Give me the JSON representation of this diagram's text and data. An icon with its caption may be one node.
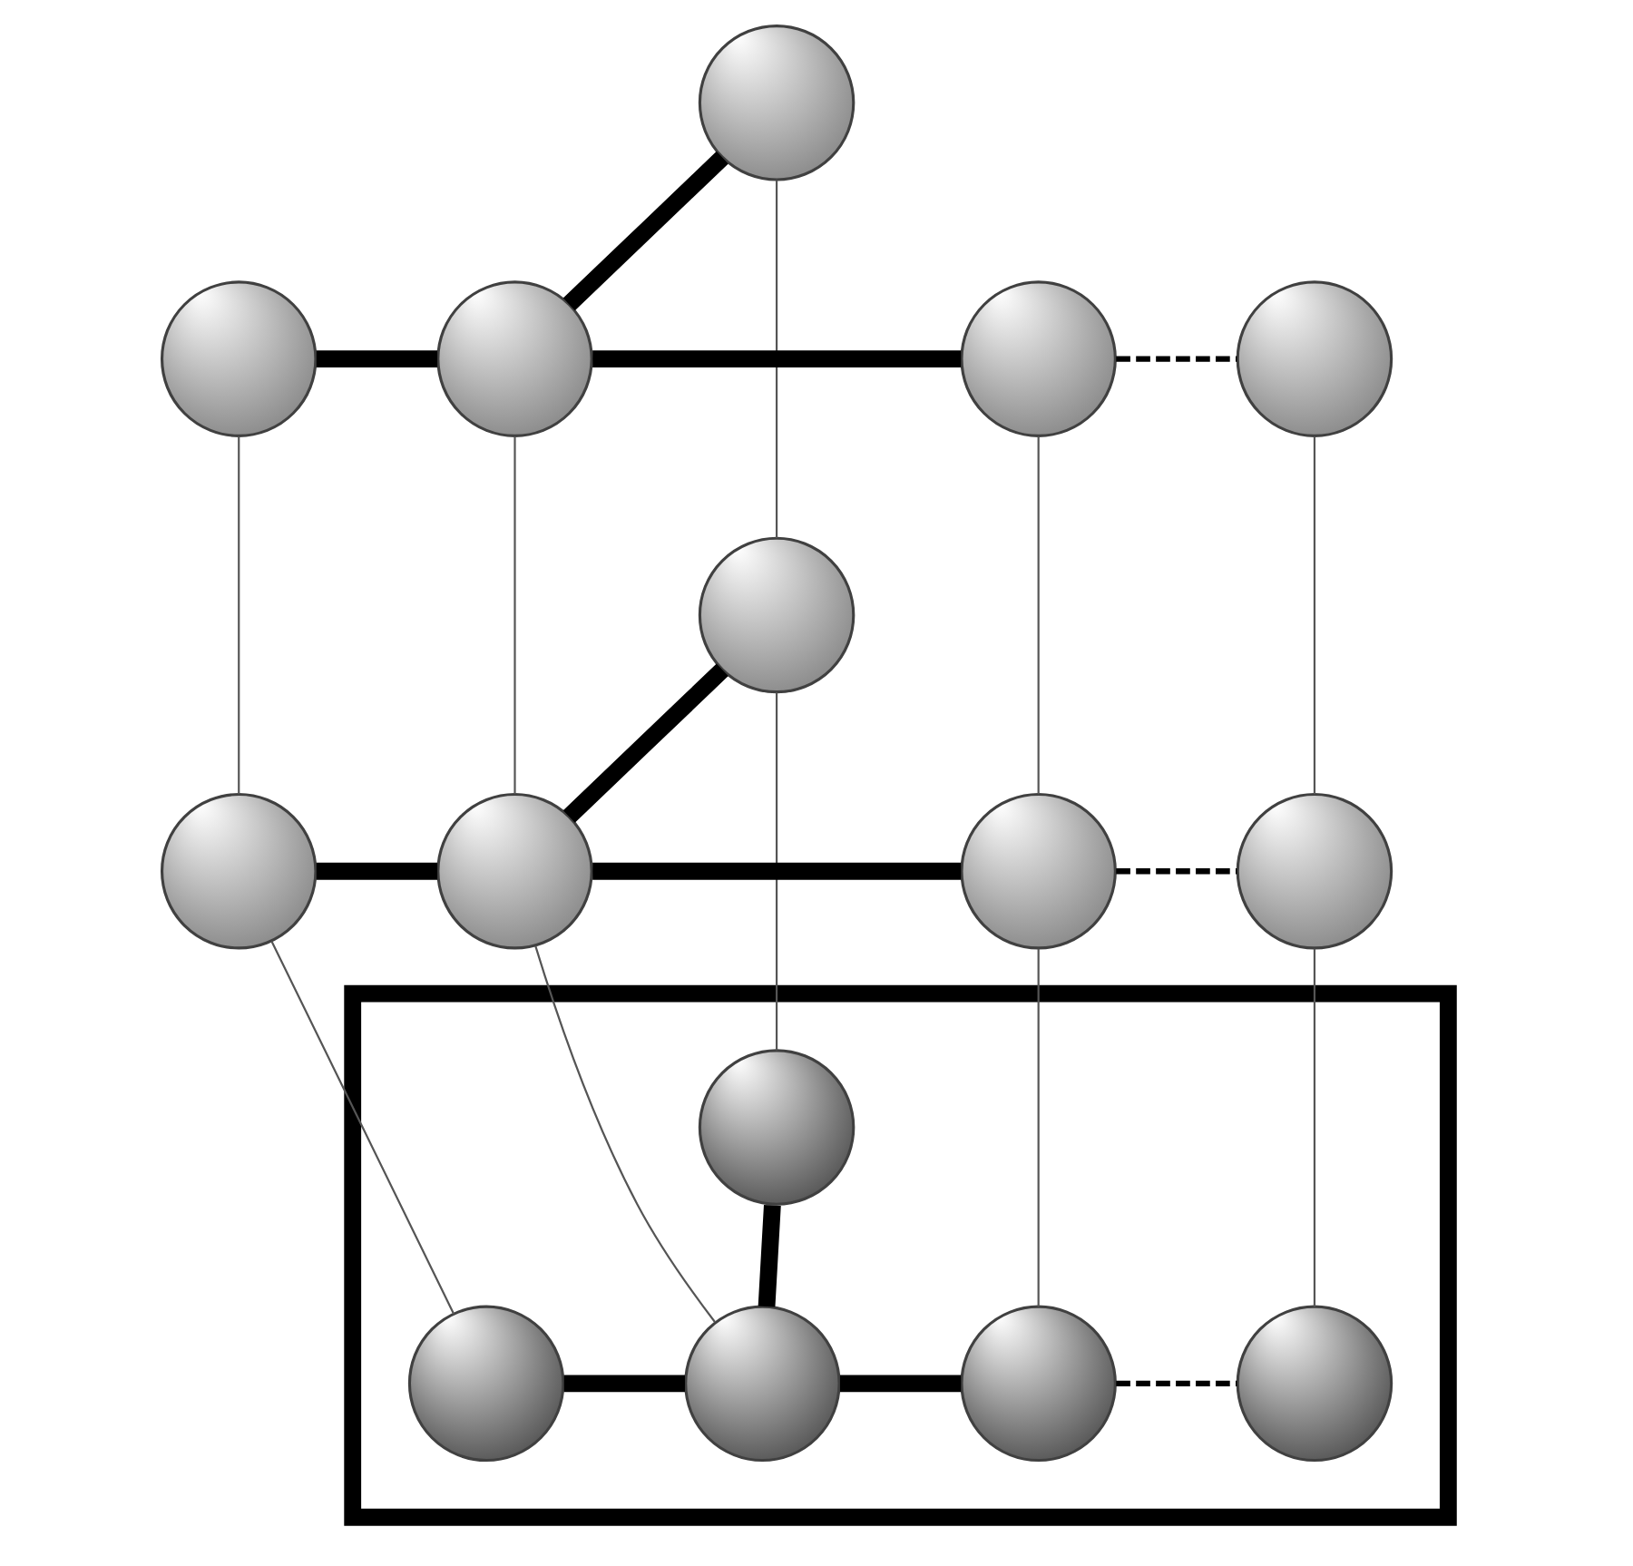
{
  "diagram": {
    "nodes": [
      {
        "text": [],
        "shape": "circle"
      },
      {
        "text": [],
        "shape": "circle"
      },
      {
        "text": [],
        "shape": "circle"
      },
      {
        "text": [],
        "shape": "circle"
      },
      {
        "text": [],
        "shape": "circle"
      },
      {
        "text": [],
        "shape": "circle"
      },
      {
        "text": [],
        "shape": "circle"
      },
      {
        "text": [],
        "shape": "circle"
      },
      {
        "text": [],
        "shape": "circle"
      },
      {
        "text": [],
        "shape": "circle"
      },
      {
        "text": [],
        "shape": "box"
      },
      {
        "text": [],
        "shape": "circle",
        "in": 10
      },
      {
        "text": [],
        "shape": "circle",
        "in": 10
      },
      {
        "text": [],
        "shape": "circle",
        "in": 10
      },
      {
        "text": [],
        "shape": "circle",
        "in": 10
      },
      {
        "text": [],
        "shape": "circle",
        "in": 10
      }
    ],
    "edges": [
      {
        "from": 0,
        "to": 2,
        "arrow": "none",
        "style": "thick"
      },
      {
        "from": 1,
        "to": 2,
        "arrow": "none",
        "style": "thick"
      },
      {
        "from": 2,
        "to": 3,
        "arrow": "none",
        "style": "thick"
      },
      {
        "from": 3,
        "to": 4,
        "arrow": "none",
        "style": "dashed"
      },
      {
        "from": 5,
        "to": 7,
        "arrow": "none",
        "style": "thick"
      },
      {
        "from": 6,
        "to": 7,
        "arrow": "none",
        "style": "thick"
      },
      {
        "from": 7,
        "to": 8,
        "arrow": "none",
        "style": "thick"
      },
      {
        "from": 8,
        "to": 9,
        "arrow": "none",
        "style": "dashed"
      },
      {
        "from": 11,
        "to": 13,
        "arrow": "none",
        "style": "thick"
      },
      {
        "from": 12,
        "to": 13,
        "arrow": "none",
        "style": "thick"
      },
      {
        "from": 13,
        "to": 14,
        "arrow": "none",
        "style": "thick"
      },
      {
        "from": 14,
        "to": 15,
        "arrow": "none",
        "style": "dashed"
      },
      {
        "from": 0,
        "to": 5,
        "arrow": "none"
      },
      {
        "from": 5,
        "to": 11,
        "arrow": "none"
      },
      {
        "from": 1,
        "to": 6,
        "arrow": "none"
      },
      {
        "from": 6,
        "to": 12,
        "arrow": "none"
      },
      {
        "from": 2,
        "to": 7,
        "arrow": "none"
      },
      {
        "from": 7,
        "to": 13,
        "arrow": "none"
      },
      {
        "from": 3,
        "to": 8,
        "arrow": "none"
      },
      {
        "from": 8,
        "to": 14,
        "arrow": "none"
      },
      {
        "from": 4,
        "to": 9,
        "arrow": "none"
      },
      {
        "from": 9,
        "to": 15,
        "arrow": "none"
      }
    ]
  }
}
